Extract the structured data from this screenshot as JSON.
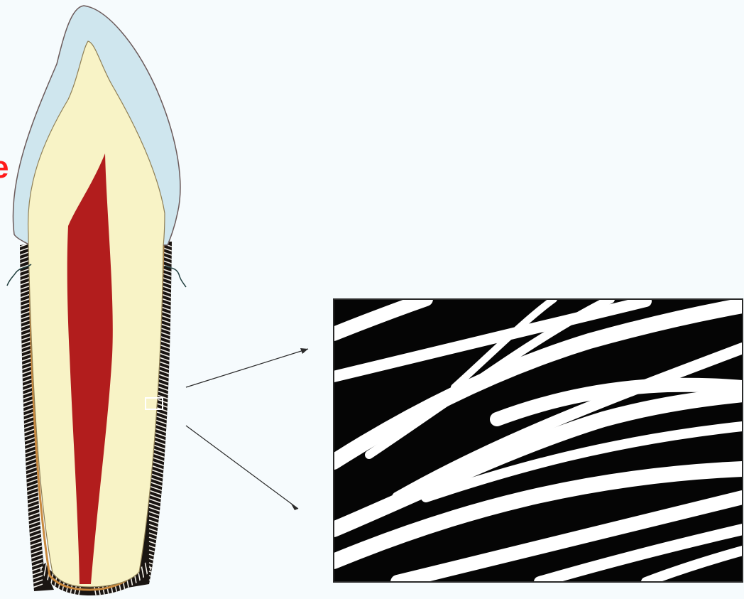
{
  "partial_label": "e",
  "colors": {
    "background": "#f6fbfd",
    "enamel": "#cfe6ee",
    "dentin": "#f8f3c6",
    "pulp": "#b21d1d",
    "cementum": "#c9893e",
    "ligament_dark": "#1a1512",
    "ligament_fiber": "#f4f1ea",
    "label_red": "#ff1a1a",
    "arrow": "#2a2a2a",
    "panel_bg": "#050505",
    "panel_fiber": "#ffffff"
  },
  "icons": {
    "tooth": "tooth-cross-section",
    "magnifier_box": "magnified-region-box",
    "magnified_view": "collagen-fibers-magnified-panel"
  }
}
